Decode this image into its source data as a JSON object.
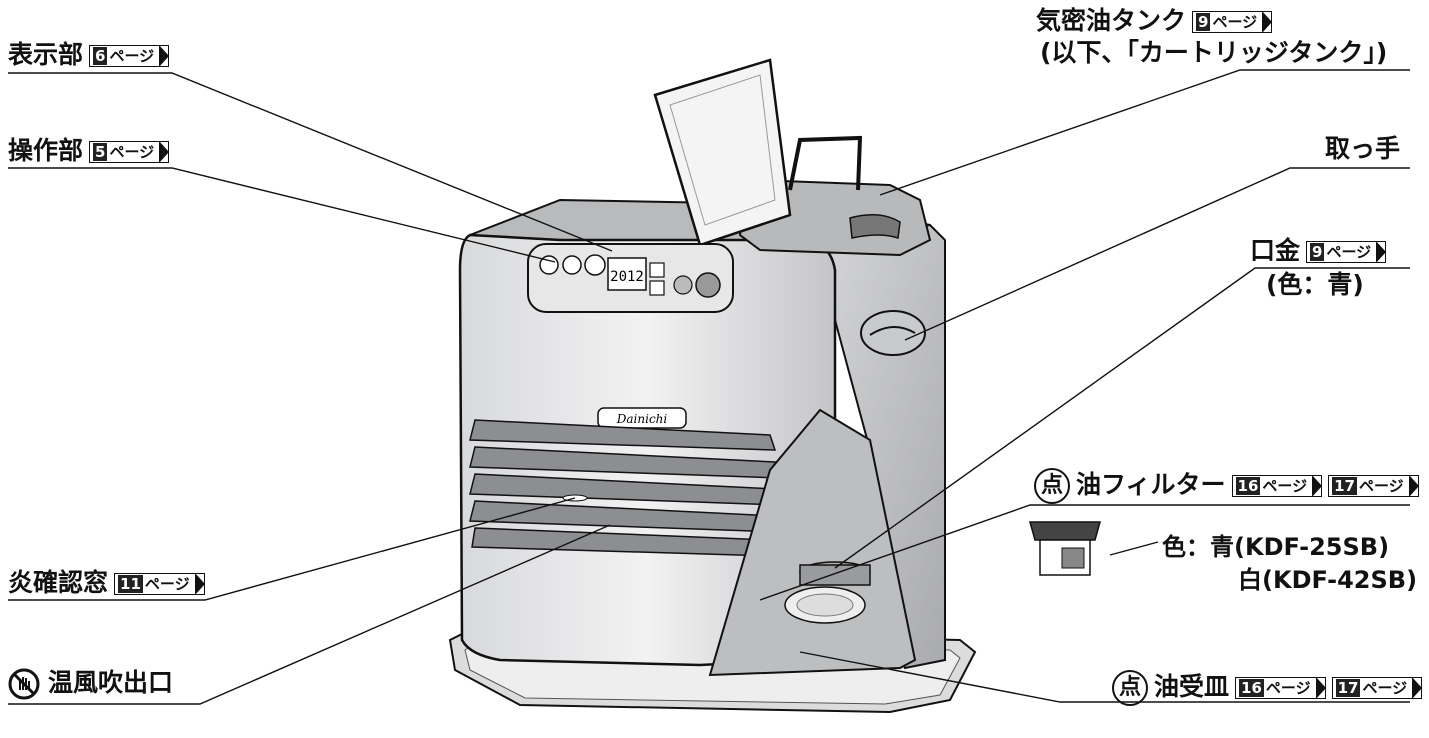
{
  "labels": {
    "display": {
      "text": "表示部",
      "page": "6",
      "page_suffix": "ページ"
    },
    "operation": {
      "text": "操作部",
      "page": "5",
      "page_suffix": "ページ"
    },
    "tank": {
      "text": "気密油タンク",
      "page": "9",
      "page_suffix": "ページ",
      "sub": "(以下、「カートリッジタンク」)"
    },
    "handle": {
      "text": "取っ手"
    },
    "cap": {
      "text": "口金",
      "page": "9",
      "page_suffix": "ページ",
      "sub": "(色：青)"
    },
    "filter": {
      "badge": "点",
      "text": "油フィルター",
      "page1": "16",
      "page2": "17",
      "page_suffix": "ページ",
      "color1": "色：青(KDF-25SB)",
      "color2": "白(KDF-42SB)"
    },
    "flame": {
      "text": "炎確認窓",
      "page": "11",
      "page_suffix": "ページ"
    },
    "outlet": {
      "text": "温風吹出口"
    },
    "tray": {
      "badge": "点",
      "text": "油受皿",
      "page1": "16",
      "page2": "17",
      "page_suffix": "ページ"
    }
  },
  "device": {
    "brand": "Dainichi",
    "display_value": "2012"
  },
  "colors": {
    "line": "#111111",
    "body_light": "#e9e9ea",
    "body_mid": "#c9cacc",
    "body_dark": "#8a8b8e"
  },
  "icons": [
    "no-touch-icon",
    "check-point-badge"
  ]
}
